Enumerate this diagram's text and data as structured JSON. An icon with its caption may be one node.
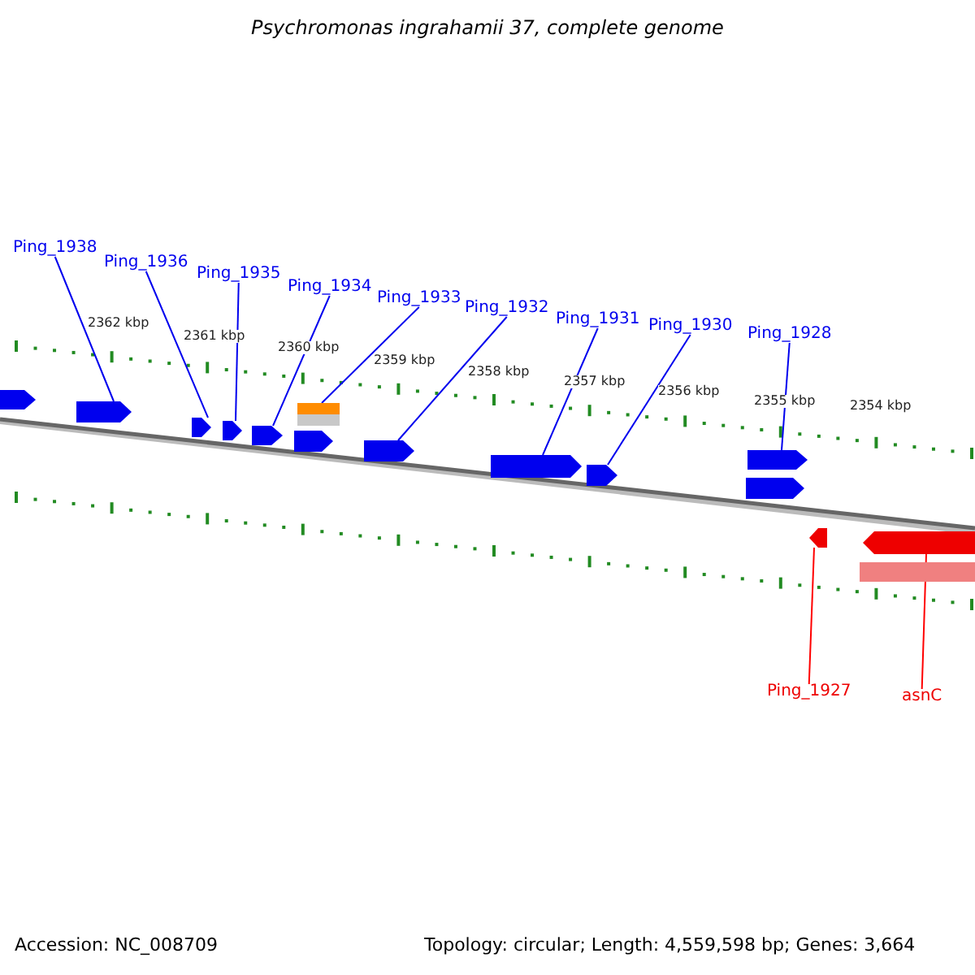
{
  "diagram": {
    "title": "Psychromonas ingrahamii 37, complete genome",
    "nodes": [
      {
        "text": [
          "Ping_1938"
        ]
      },
      {
        "text": [
          "Ping_1936"
        ]
      },
      {
        "text": [
          "Ping_1935"
        ]
      },
      {
        "text": [
          "Ping_1934"
        ]
      },
      {
        "text": [
          "Ping_1933"
        ]
      },
      {
        "text": [
          "Ping_1932"
        ]
      },
      {
        "text": [
          "Ping_1931"
        ]
      },
      {
        "text": [
          "Ping_1930"
        ]
      },
      {
        "text": [
          "Ping_1928"
        ]
      },
      {
        "text": [
          "Ping_1927"
        ]
      },
      {
        "text": [
          "asnC"
        ]
      },
      {
        "text": [],
        "shape": "pentagon"
      },
      {
        "text": [],
        "shape": "pentagon"
      },
      {
        "text": [],
        "shape": "pentagon"
      },
      {
        "text": [],
        "shape": "pentagon"
      },
      {
        "text": [],
        "shape": "pentagon"
      },
      {
        "text": [],
        "shape": "pentagon"
      },
      {
        "text": [],
        "shape": "box"
      },
      {
        "text": [],
        "shape": "box"
      },
      {
        "text": [],
        "shape": "pentagon"
      },
      {
        "text": [],
        "shape": "pentagon"
      },
      {
        "text": [],
        "shape": "pentagon"
      },
      {
        "text": [],
        "shape": "pentagon"
      },
      {
        "text": [],
        "shape": "pentagon"
      },
      {
        "text": [],
        "shape": "pentagon"
      },
      {
        "text": [],
        "shape": "box"
      },
      {
        "text": [],
        "shape": "pentagon"
      }
    ],
    "edges": [
      {
        "from": 0,
        "to": 12,
        "arrow": "none"
      },
      {
        "from": 1,
        "to": 13,
        "arrow": "none"
      },
      {
        "from": 2,
        "to": 14,
        "arrow": "none"
      },
      {
        "from": 3,
        "to": 15,
        "arrow": "none"
      },
      {
        "from": 4,
        "to": 17,
        "arrow": "none"
      },
      {
        "from": 5,
        "to": 19,
        "arrow": "none"
      },
      {
        "from": 6,
        "to": 20,
        "arrow": "none"
      },
      {
        "from": 7,
        "to": 21,
        "arrow": "none"
      },
      {
        "from": 8,
        "to": 23,
        "arrow": "none"
      },
      {
        "from": 9,
        "to": 24,
        "arrow": "none",
        "color": "#ff0000"
      },
      {
        "from": 10,
        "to": 26,
        "arrow": "none",
        "color": "#ff0000"
      }
    ],
    "labels": [
      "2362 kbp",
      "2361 kbp",
      "2360 kbp",
      "2359 kbp",
      "2358 kbp",
      "2357 kbp",
      "2356 kbp",
      "2355 kbp",
      "2354 kbp",
      "Accession: NC_008709",
      "Topology: circular; Length: 4,559,598 bp; Genes: 3,664"
    ]
  }
}
